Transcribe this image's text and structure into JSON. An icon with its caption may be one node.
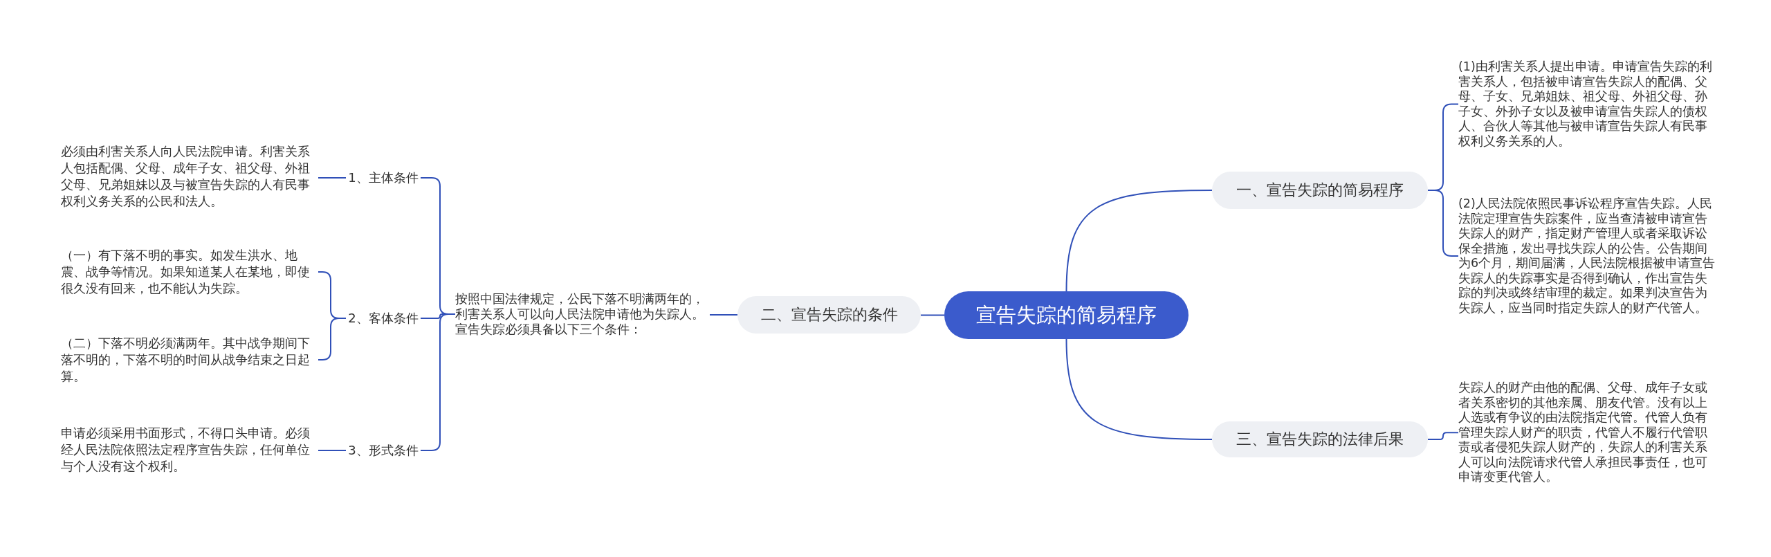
{
  "diagram": {
    "nodes": [
      {
        "text": [
          "宣告失踪的简易程序"
        ]
      },
      {
        "text": [
          "一、宣告失踪的简易程序"
        ]
      },
      {
        "text": [
          "(1)由利害关系人提出申请。申请宣告失踪的利害关系人，包括被申请宣告失踪人的配偶、父母、子女、兄弟姐妹、祖父母、外祖父母、孙子女、外孙子女以及被申请宣告失踪人的债权人、合伙人等其他与被申请宣告失踪人有民事权利义务关系的人。"
        ]
      },
      {
        "text": [
          "(2)人民法院依照民事诉讼程序宣告失踪。人民法院定理宣告失踪案件，应当查清被申请宣告失踪人的财产，指定财产管理人或者采取诉讼保全措施，发出寻找失踪人的公告。公告期间为6个月，期间届满，人民法院根据被申请宣告失踪人的失踪事实是否得到确认，作出宣告失踪的判决或终结审理的裁定。如果判决宣告为失踪人，应当同时指定失踪人的财产代管人。"
        ]
      },
      {
        "text": [
          "二、宣告失踪的条件"
        ]
      },
      {
        "text": [
          "按照中国法律规定，公民下落不明满两年的，利害关系人可以向人民法院申请他为失踪人。宣告失踪必须具备以下三个条件："
        ]
      },
      {
        "text": [
          "1、主体条件"
        ]
      },
      {
        "text": [
          "必须由利害关系人向人民法院申请。利害关系人包括配偶、父母、成年子女、祖父母、外祖父母、兄弟姐妹以及与被宣告失踪的人有民事权利义务关系的公民和法人。"
        ]
      },
      {
        "text": [
          "2、客体条件"
        ]
      },
      {
        "text": [
          "（一）有下落不明的事实。如发生洪水、地震、战争等情况。如果知道某人在某地，即使很久没有回来，也不能认为失踪。"
        ]
      },
      {
        "text": [
          "（二）下落不明必须满两年。其中战争期间下落不明的，下落不明的时间从战争结束之日起算。"
        ]
      },
      {
        "text": [
          "3、形式条件"
        ]
      },
      {
        "text": [
          "申请必须采用书面形式，不得口头申请。必须经人民法院依照法定程序宣告失踪，任何单位与个人没有这个权利。"
        ]
      },
      {
        "text": [
          "三、宣告失踪的法律后果"
        ]
      },
      {
        "text": [
          "失踪人的财产由他的配偶、父母、成年子女或者关系密切的其他亲属、朋友代管。没有以上人选或有争议的由法院指定代管。代管人负有管理失踪人财产的职责，代管人不履行代管职责或者侵犯失踪人财产的，失踪人的利害关系人可以向法院请求代管人承担民事责任，也可申请变更代管人。"
        ]
      }
    ],
    "edges": [
      {
        "from": 0,
        "to": 1,
        "arrow": "none"
      },
      {
        "from": 1,
        "to": 2,
        "arrow": "none"
      },
      {
        "from": 1,
        "to": 3,
        "arrow": "none"
      },
      {
        "from": 0,
        "to": 4,
        "arrow": "none"
      },
      {
        "from": 4,
        "to": 5,
        "arrow": "none"
      },
      {
        "from": 5,
        "to": 6,
        "arrow": "none"
      },
      {
        "from": 6,
        "to": 7,
        "arrow": "none"
      },
      {
        "from": 5,
        "to": 8,
        "arrow": "none"
      },
      {
        "from": 8,
        "to": 9,
        "arrow": "none"
      },
      {
        "from": 8,
        "to": 10,
        "arrow": "none"
      },
      {
        "from": 5,
        "to": 11,
        "arrow": "none"
      },
      {
        "from": 11,
        "to": 12,
        "arrow": "none"
      },
      {
        "from": 0,
        "to": 13,
        "arrow": "none"
      },
      {
        "from": 13,
        "to": 14,
        "arrow": "none"
      }
    ]
  }
}
